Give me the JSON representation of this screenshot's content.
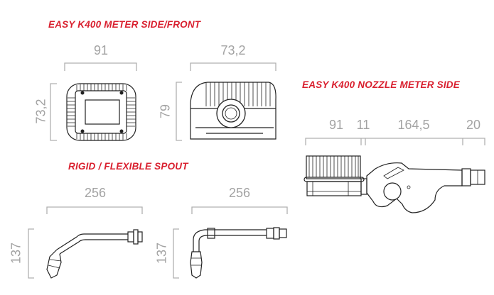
{
  "sections": {
    "meter_side_front": {
      "title": "EASY K400 METER SIDE/FRONT",
      "front_width": "91",
      "front_height": "73,2",
      "side_width": "73,2",
      "side_height": "79"
    },
    "nozzle_meter_side": {
      "title": "EASY K400 NOZZLE METER SIDE",
      "dims": [
        "91",
        "11",
        "164,5",
        "20"
      ]
    },
    "spout": {
      "title": "RIGID / FLEXIBLE SPOUT",
      "rigid_width": "256",
      "rigid_height": "137",
      "flexible_width": "256",
      "flexible_height": "137"
    }
  },
  "colors": {
    "title": "#d9202f",
    "dimension": "#a3a3a3",
    "drawing": "#222222"
  }
}
